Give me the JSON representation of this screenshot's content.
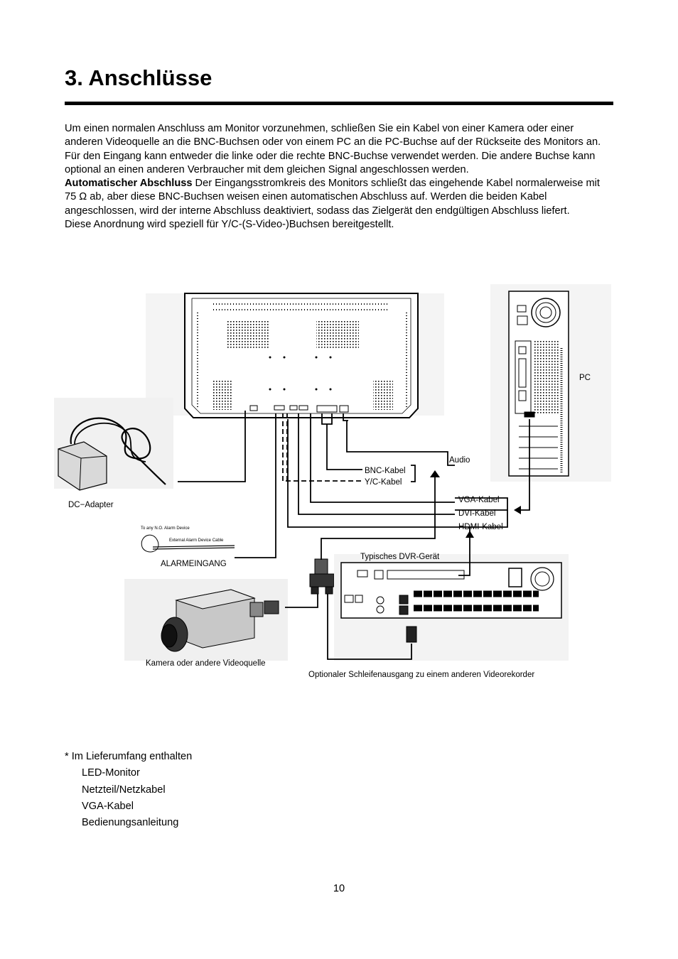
{
  "section": {
    "title": "3. Anschlüsse"
  },
  "intro": {
    "p1": "Um einen normalen Anschluss am Monitor vorzunehmen, schließen Sie ein Kabel von einer Kamera oder einer anderen Videoquelle an die BNC-Buchsen oder von einem PC an die PC-Buchse auf der Rückseite des Monitors an.",
    "p2": "Für den Eingang kann entweder die linke oder die rechte BNC-Buchse verwendet werden. Die andere Buchse kann optional an einen anderen Verbraucher mit dem gleichen Signal angeschlossen werden.",
    "p3_bold": "Automatischer Abschluss",
    "p3_text": " Der Eingangsstromkreis des Monitors schließt das eingehende Kabel normalerweise mit 75 Ω ab, aber diese BNC-Buchsen weisen einen automatischen Abschluss auf. Werden die beiden Kabel angeschlossen, wird der interne Abschluss deaktiviert, sodass das Zielgerät den endgültigen Abschluss liefert.",
    "p4": "Diese Anordnung wird speziell für Y/C-(S-Video-)Buchsen bereitgestellt."
  },
  "diagram": {
    "pc": "PC",
    "audio": "Audio",
    "bnc_cable": "BNC-Kabel",
    "yc_cable": "Y/C-Kabel",
    "dc_adapter": "DC−Adapter",
    "vga_cable": "VGA-Kabel",
    "dvi_cable": "DVI-Kabel",
    "hdmi_cable": "HDMI-Kabel",
    "alarm_device": "To any N.O. Alarm Device",
    "alarm_cable": "External Alarm Device Cable",
    "alarm_input": "ALARMEINGANG",
    "dvr": "Typisches DVR-Gerät",
    "camera": "Kamera oder andere Videoquelle",
    "loop_out": "Optionaler Schleifenausgang zu einem anderen Videorekorder"
  },
  "included": {
    "heading": "* Im Lieferumfang enthalten",
    "items": [
      "LED-Monitor",
      "Netzteil/Netzkabel",
      "VGA-Kabel",
      "Bedienungsanleitung"
    ]
  },
  "page_number": "10"
}
